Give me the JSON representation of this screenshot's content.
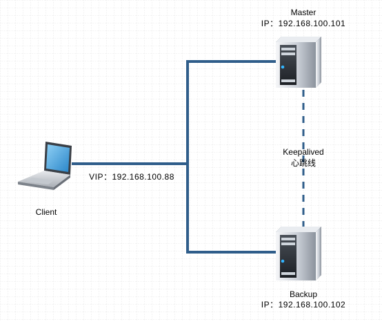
{
  "master": {
    "name": "Master",
    "ip": "IP：192.168.100.101"
  },
  "backup": {
    "name": "Backup",
    "ip": "IP：192.168.100.102"
  },
  "client": {
    "name": "Client"
  },
  "vip": {
    "label": "VIP：192.168.100.88"
  },
  "heartbeat": {
    "line1": "Keepalived",
    "line2": "心跳线"
  },
  "colors": {
    "grid": "#c8c8c8",
    "link": "#2f5d8a",
    "server_dark": "#2b2f36",
    "server_light": "#dfe3e8",
    "text": "#000000"
  },
  "icons": [
    "laptop-icon",
    "server-icon"
  ]
}
